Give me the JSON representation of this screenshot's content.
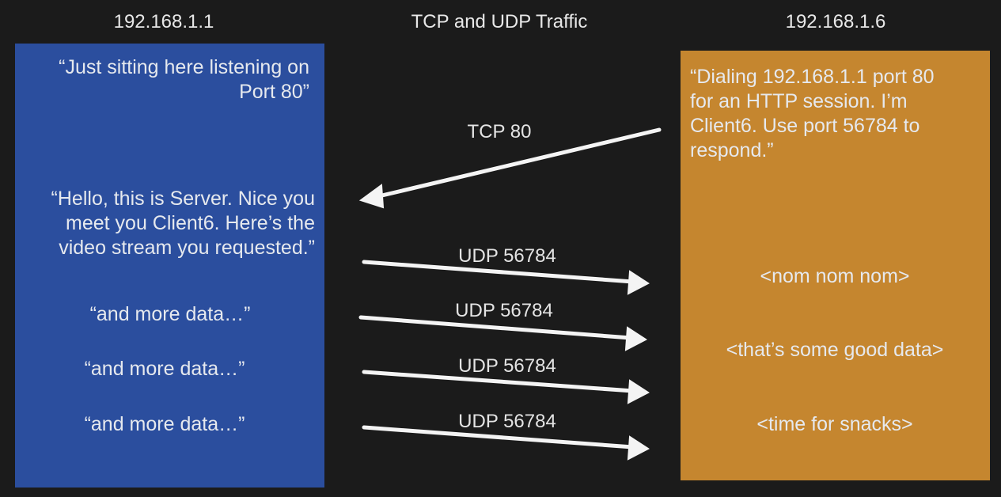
{
  "headers": {
    "server_ip": "192.168.1.1",
    "title": "TCP and UDP Traffic",
    "client_ip": "192.168.1.6"
  },
  "server": {
    "listening": [
      "“Just sitting here listening on",
      "Port 80”"
    ],
    "hello": [
      "“Hello, this is Server.  Nice you",
      "meet you Client6.  Here’s the",
      "video stream you requested.”"
    ],
    "more": [
      "“and more data…”",
      "“and more data…”",
      "“and more data…”"
    ]
  },
  "client": {
    "dial": [
      "“Dialing 192.168.1.1 port 80",
      "for an HTTP session.  I’m",
      "Client6.  Use port 56784 to",
      "respond.”"
    ],
    "responses": [
      "<nom nom nom>",
      "<that’s some good data>",
      "<time for snacks>"
    ]
  },
  "arrows": {
    "tcp": "TCP 80",
    "udp": [
      "UDP 56784",
      "UDP 56784",
      "UDP 56784",
      "UDP 56784"
    ]
  },
  "colors": {
    "background": "#1b1b1b",
    "server": "#2b4e9e",
    "client": "#c5862f",
    "arrow": "#f4f4f4"
  }
}
